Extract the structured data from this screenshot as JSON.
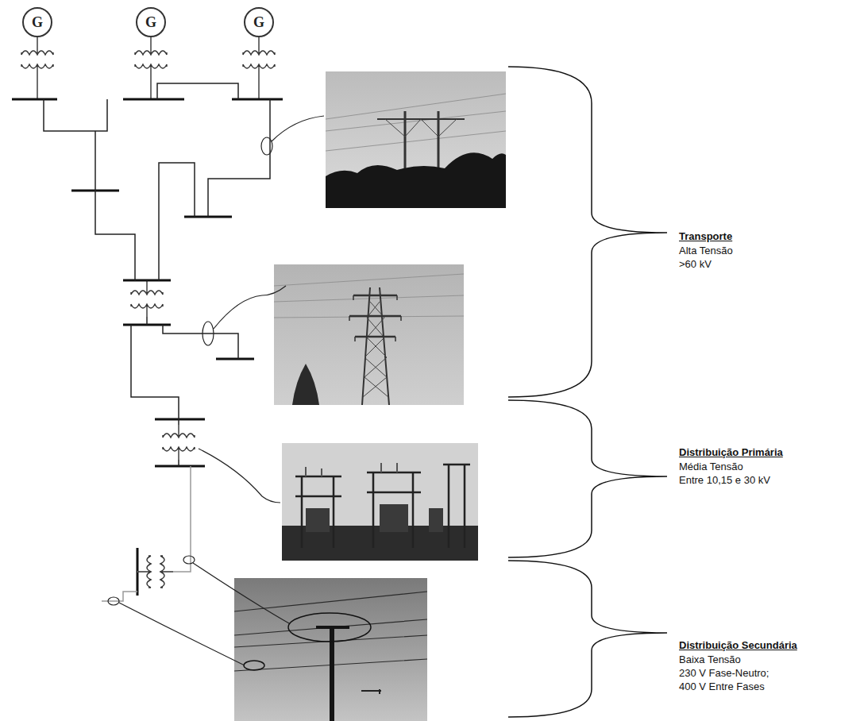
{
  "diagram": {
    "nodes": [
      {
        "text": [
          "G"
        ]
      },
      {
        "text": [
          "G"
        ]
      },
      {
        "text": [
          "G"
        ]
      }
    ],
    "labels": [
      "Transporte",
      "Alta Tensão",
      ">60 kV",
      "Distribuição Primária",
      "Média Tensão",
      "Entre 10,15 e 30 kV",
      "Distribuição Secundária",
      "Baixa Tensão",
      "230 V Fase-Neutro;",
      "400 V Entre Fases"
    ]
  }
}
